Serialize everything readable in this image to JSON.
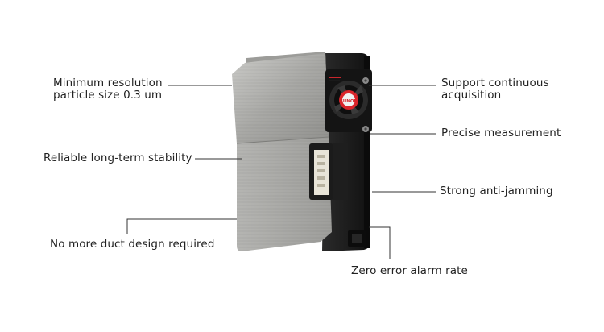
{
  "features": {
    "resolution": [
      "Minimum resolution",
      "particle size 0.3 um"
    ],
    "stability": "Reliable long-term stability",
    "no_duct": "No more duct design required",
    "continuous": [
      "Support continuous",
      "acquisition"
    ],
    "precise": "Precise measurement",
    "anti_jamming": "Strong anti-jamming",
    "zero_error": "Zero error alarm rate"
  },
  "fan_brand": "SUNON",
  "colors": {
    "metal": "#a9a9a7",
    "housing": "#1c1c1c",
    "fan_label": "#d9242a",
    "leader_line": "#333333"
  }
}
